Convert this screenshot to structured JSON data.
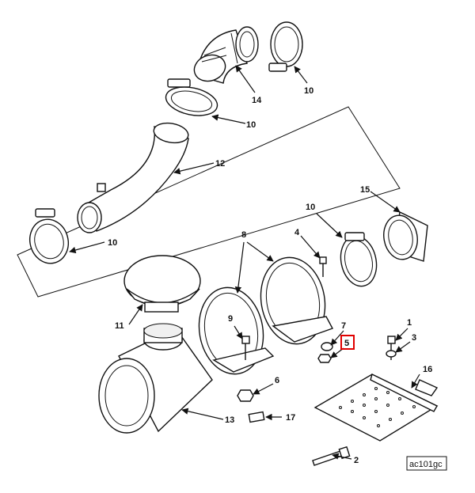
{
  "diagram": {
    "ref_code": "ac101gc",
    "highlighted_callout": "5",
    "highlight_color": "#e00000",
    "callouts": [
      {
        "label": "14"
      },
      {
        "label": "10"
      },
      {
        "label": "10"
      },
      {
        "label": "12"
      },
      {
        "label": "15"
      },
      {
        "label": "10"
      },
      {
        "label": "8"
      },
      {
        "label": "4"
      },
      {
        "label": "10"
      },
      {
        "label": "11"
      },
      {
        "label": "9"
      },
      {
        "label": "7"
      },
      {
        "label": "5"
      },
      {
        "label": "1"
      },
      {
        "label": "3"
      },
      {
        "label": "6"
      },
      {
        "label": "16"
      },
      {
        "label": "13"
      },
      {
        "label": "17"
      },
      {
        "label": "2"
      }
    ]
  }
}
